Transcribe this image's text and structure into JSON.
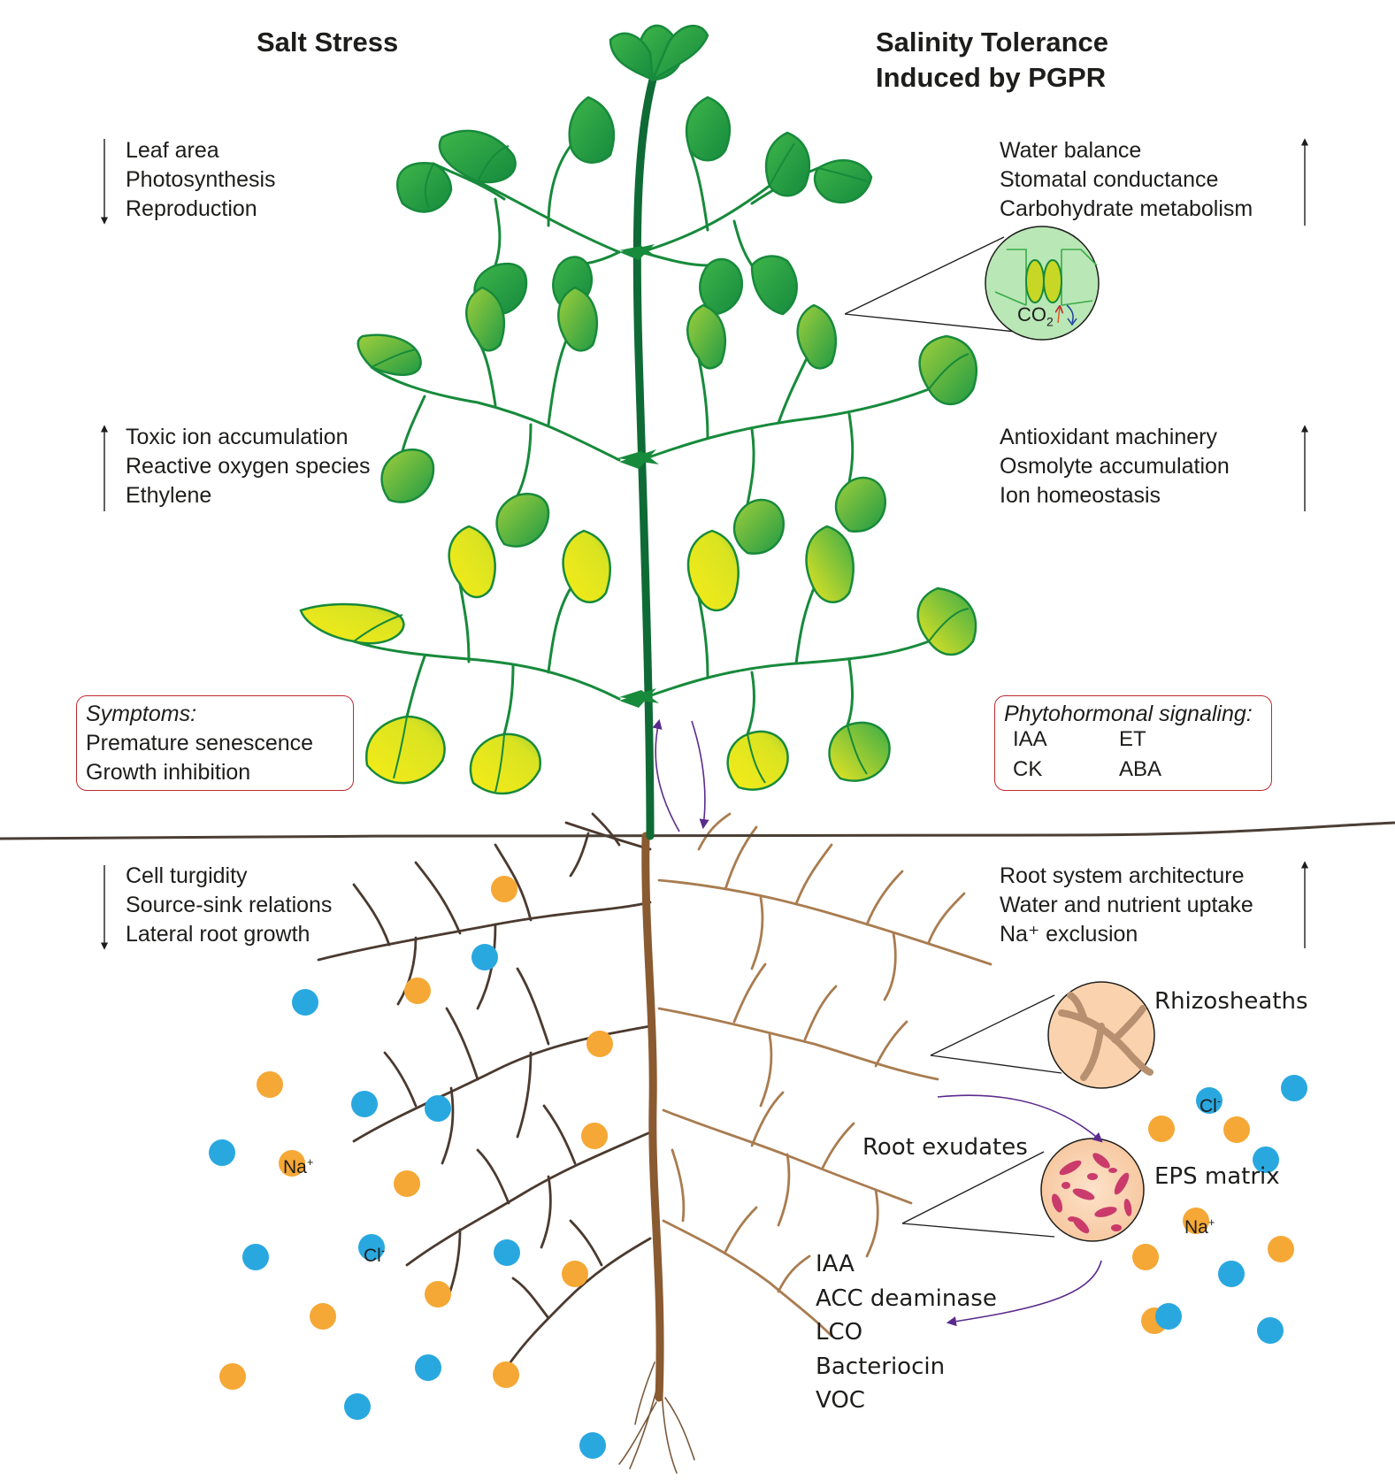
{
  "titles": {
    "left": "Salt Stress",
    "right_line1": "Salinity Tolerance",
    "right_line2": "Induced by PGPR"
  },
  "left_effects": {
    "decreased_shoot": [
      "Leaf area",
      "Photosynthesis",
      "Reproduction"
    ],
    "increased": [
      "Toxic ion accumulation",
      "Reactive oxygen species",
      "Ethylene"
    ],
    "decreased_root": [
      "Cell turgidity",
      "Source-sink relations",
      "Lateral root growth"
    ]
  },
  "right_effects": {
    "increased_shoot": [
      "Water balance",
      "Stomatal conductance",
      "Carbohydrate metabolism"
    ],
    "increased_mid": [
      "Antioxidant machinery",
      "Osmolyte accumulation",
      "Ion homeostasis"
    ],
    "increased_root": [
      "Root system architecture",
      "Water and nutrient uptake",
      "Na⁺ exclusion"
    ]
  },
  "symptoms": {
    "heading": "Symptoms:",
    "items": [
      "Premature senescence",
      "Growth inhibition"
    ]
  },
  "phytohormonal": {
    "heading": "Phytohormonal signaling:",
    "up": [
      "IAA",
      "CK"
    ],
    "down": [
      "ET",
      "ABA"
    ]
  },
  "annotations": {
    "co2": "CO",
    "co2_sub": "2",
    "rhizosheaths": "Rhizosheaths",
    "root_exudates": "Root exudates",
    "eps_matrix": "EPS matrix"
  },
  "bacterial_products": [
    "IAA",
    "ACC deaminase",
    "LCO",
    "Bacteriocin",
    "VOC"
  ],
  "ions": {
    "na_label": "Na",
    "na_sup": "+",
    "cl_label": "Cl",
    "cl_sup": "-"
  },
  "colors": {
    "sodium_ion": "#f5a835",
    "chloride_ion": "#29a8e0",
    "soil_line": "#4a3f35",
    "root_left": "#4b3a2f",
    "root_right": "#a97c50",
    "stem": "#0f6b35",
    "interaction_arrow": "#5b2a8c",
    "box_border": "#c0282d"
  }
}
